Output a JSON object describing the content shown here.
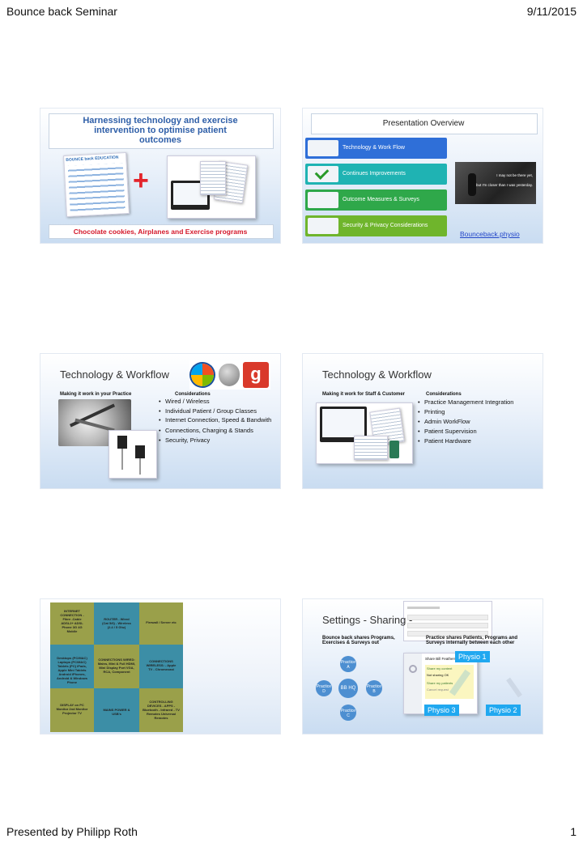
{
  "header": {
    "title": "Bounce back Seminar",
    "date": "9/11/2015"
  },
  "footer": {
    "presenter": "Presented by Philipp Roth",
    "page": "1"
  },
  "slide1": {
    "title": "Harnessing technology and exercise intervention to optimise patient outcomes",
    "logo_text": "BOUNCE back EDUCATION",
    "plus": "+",
    "subtitle": "Chocolate cookies, Airplanes and Exercise programs"
  },
  "slide2": {
    "title": "Presentation Overview",
    "items": [
      {
        "label": "Technology & Work Flow",
        "color": "#2f6fd8"
      },
      {
        "label": "Continues Improvements",
        "color": "#1fb3b3"
      },
      {
        "label": "Outcome Measures & Surveys",
        "color": "#2fa84a"
      },
      {
        "label": "Security & Privacy Considerations",
        "color": "#6fb52c"
      }
    ],
    "quote_line1": "I may not be there yet,",
    "quote_line2": "but I'm closer than I was yesterday.",
    "link": "Bounceback.physio"
  },
  "slide3": {
    "title": "Technology & Workflow",
    "left_heading": "Making it work in your Practice",
    "right_heading": "Considerations",
    "bullets": [
      "Wired / Wireless",
      "Individual Patient / Group Classes",
      "Internet Connection, Speed & Bandwith",
      "Connections, Charging & Stands",
      "Security, Privacy"
    ]
  },
  "slide4": {
    "title": "Technology & Workflow",
    "left_heading": "Making it work for Staff & Customer",
    "right_heading": "Considerations",
    "bullets": [
      "Practice Management Integration",
      "Printing",
      "Admin WorkFlow",
      "Patient Supervision",
      "Patient Hardware"
    ]
  },
  "slide5": {
    "pieces": [
      "INTERNET CONNECTION -Fibre -Cable ADSL2+ ADSL Phone 3G 4G Mobile",
      "ROUTER - Wired (Cat 5/6) - Wireless (2.4 / 5 Ghz)",
      "Firewall / Server etc",
      "Desktops (PC/MAC) Laptops (PC/MAC) Tablets (PC) iPads, Apple Mini Tablets Android iPhones, Android & Windows Phone",
      "CONNECTIONS WIRED: Mains, Mini & Full HDMI, Mini Display Port VGA, RCA, Component",
      "CONNECTIONS WIRELESS: - Apple TV - Chromecast",
      "DISPLAY on PC Monitor 2nd Monitor Projector TV",
      "MAINS POWER & USB's",
      "CONTROLLING DEVICES - APPS - Bluetooth - Infrared - TV Remotes Universal Remotes"
    ]
  },
  "slide6": {
    "title": "Settings - Sharing -",
    "left_heading": "Bounce back shares Programs, Exercises & Surveys out",
    "right_heading": "Practice shares Patients, Programs and Surveys internally between each other",
    "hub": "BB HQ",
    "practices": [
      "Practice A",
      "Practice B",
      "Practice C",
      "Practice D"
    ],
    "physios": [
      "Physio 1",
      "Physio 2",
      "Physio 3"
    ],
    "panel_title": "Share Bill Feathersmith",
    "panel_options": [
      "Share my content",
      "Not sharing OK",
      "Share my patients",
      "Cancel request"
    ]
  }
}
